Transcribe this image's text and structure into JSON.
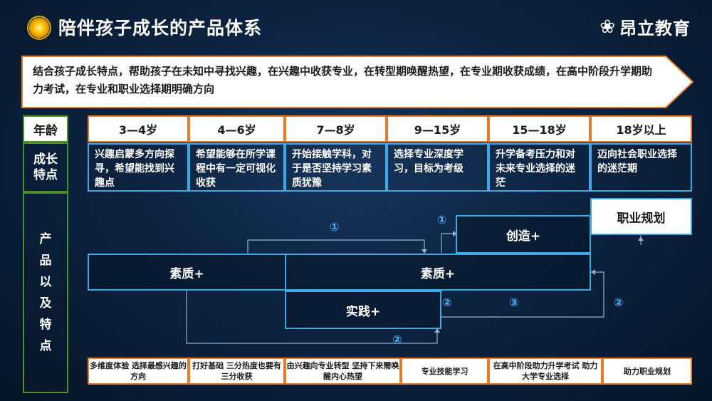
{
  "header": {
    "title": "陪伴孩子成长的产品体系",
    "brand": "昂立教育",
    "brand_icon": "brand-swirl-icon"
  },
  "intro": "结合孩子成长特点，帮助孩子在未知中寻找兴趣，在兴趣中收获专业，在转型期唤醒热望，在专业期收获成绩，在高中阶段升学期助力考试，在专业和职业选择期明确方向",
  "side_labels": {
    "age": "年龄",
    "traits": "成长特点",
    "products": "产品以及特点"
  },
  "ages": [
    "3—4岁",
    "4—6岁",
    "7—8岁",
    "9—15岁",
    "15—18岁",
    "18岁以上"
  ],
  "traits": [
    "兴趣启蒙多方向探寻，希望能找到兴趣点",
    "希望能够在所学课程中有一定可视化收获",
    "开始接触学科，对于是否坚持学习素质犹豫",
    "选择专业深度学习，目标为考级",
    "升学备考压力和对未来专业选择的迷茫",
    "迈向社会职业选择的迷茫期"
  ],
  "products": {
    "suzhi_1": "素质+",
    "suzhi_2": "素质+",
    "shijian": "实践+",
    "chuangzao": "创造+",
    "zhiye": "职业规划"
  },
  "flow_numbers": [
    "①",
    "①",
    "②",
    "③",
    "②",
    "②"
  ],
  "bottom_features": [
    "多维度体验 选择最感兴趣的方向",
    "打好基础 三分热度也要有三分收获",
    "由兴趣向专业转型 坚持下来需唤醒内心热望",
    "专业技能学习",
    "在高中阶段助力升学考试 助力大学专业选择",
    "助力职业规划"
  ],
  "colors": {
    "accent_orange": "#e87a2a",
    "accent_blue": "#3fa9e8",
    "accent_green": "#4f8c2a",
    "background": "#0c2340"
  }
}
